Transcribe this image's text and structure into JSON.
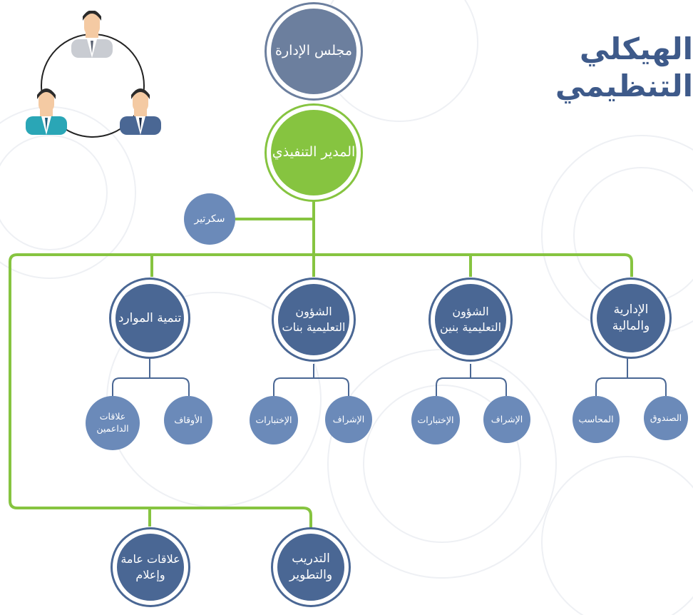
{
  "title": {
    "line1": "الهيكلي",
    "line2": "التنظيمي"
  },
  "colors": {
    "navy": "#4a6794",
    "light_blue": "#6b8ab9",
    "green": "#86c440",
    "gray_blue": "#6c7f9e",
    "connector_sub": "#4a6794"
  },
  "icons": {
    "people": "team-circle-icon"
  },
  "nodes": {
    "board": "مجلس الإدارة",
    "executive": "المدير التنفيذي",
    "secretary": "سكرتير",
    "admin_finance": "الإدارية والمالية",
    "boys_affairs": "الشؤون التعليمية بنين",
    "girls_affairs": "الشؤون التعليمية بنات",
    "resource_dev": "تنمية الموارد",
    "fund": "الصندوق",
    "accountant": "المحاسب",
    "supervision_boys": "الإشراف",
    "exams_boys": "الإختبارات",
    "supervision_girls": "الإشراف",
    "exams_girls": "الإختبارات",
    "endowments": "الأوقاف",
    "supporters_relations": "علاقات الداعمين",
    "training": "التدريب والتطوير",
    "public_relations": "علاقات عامة وإعلام"
  }
}
